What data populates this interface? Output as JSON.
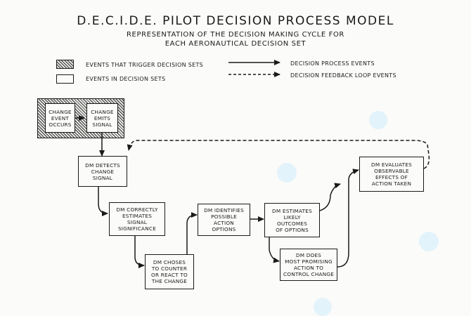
{
  "title": "D.E.C.I.D.E. PILOT DECISION PROCESS MODEL",
  "subtitle_line1": "REPRESENTATION OF THE DECISION MAKING CYCLE FOR",
  "subtitle_line2": "EACH AERONAUTICAL DECISION SET",
  "legend": {
    "trigger": "EVENTS THAT TRIGGER DECISION SETS",
    "decision_sets": "EVENTS IN DECISION SETS",
    "process": "DECISION PROCESS EVENTS",
    "feedback": "DECISION FEEDBACK LOOP EVENTS"
  },
  "boxes": {
    "change_event": "CHANGE\nEVENT\nOCCURS",
    "change_emits": "CHANGE\nEMITS\nSIGNAL",
    "detects": "DM DETECTS\nCHANGE\nSIGNAL",
    "estimates_signal": "DM CORRECTLY\nESTIMATES\nSIGNAL\nSIGNIFICANCE",
    "choses": "DM CHOSES\nTO COUNTER\nOR REACT TO\nTHE CHANGE",
    "identifies": "DM IDENTIFIES\nPOSSIBLE\nACTION\nOPTIONS",
    "estimates_outcomes": "DM ESTIMATES\nLIKELY\nOUTCOMES\nOF OPTIONS",
    "does": "DM DOES\nMOST PROMISING\nACTION TO\nCONTROL CHANGE",
    "evaluates": "DM EVALUATES\nOBSERVABLE\nEFFECTS OF\nACTION TAKEN"
  }
}
